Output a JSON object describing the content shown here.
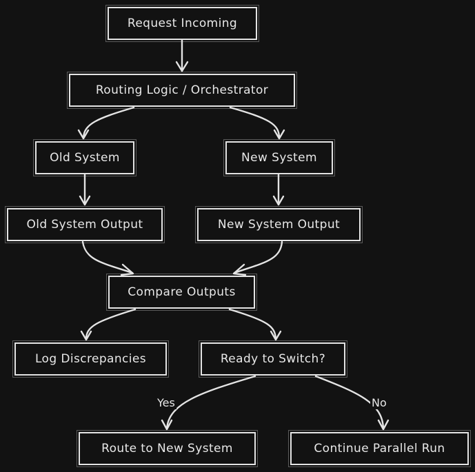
{
  "nodes": {
    "request": "Request Incoming",
    "routing": "Routing Logic / Orchestrator",
    "old_system": "Old System",
    "new_system": "New System",
    "old_output": "Old System Output",
    "new_output": "New System Output",
    "compare": "Compare Outputs",
    "log": "Log Discrepancies",
    "ready": "Ready to Switch?",
    "route_new": "Route to New System",
    "continue_parallel": "Continue Parallel Run"
  },
  "edge_labels": {
    "yes": "Yes",
    "no": "No"
  },
  "colors": {
    "background": "#121212",
    "stroke": "#e4e4e4",
    "text": "#e8e8e8"
  }
}
